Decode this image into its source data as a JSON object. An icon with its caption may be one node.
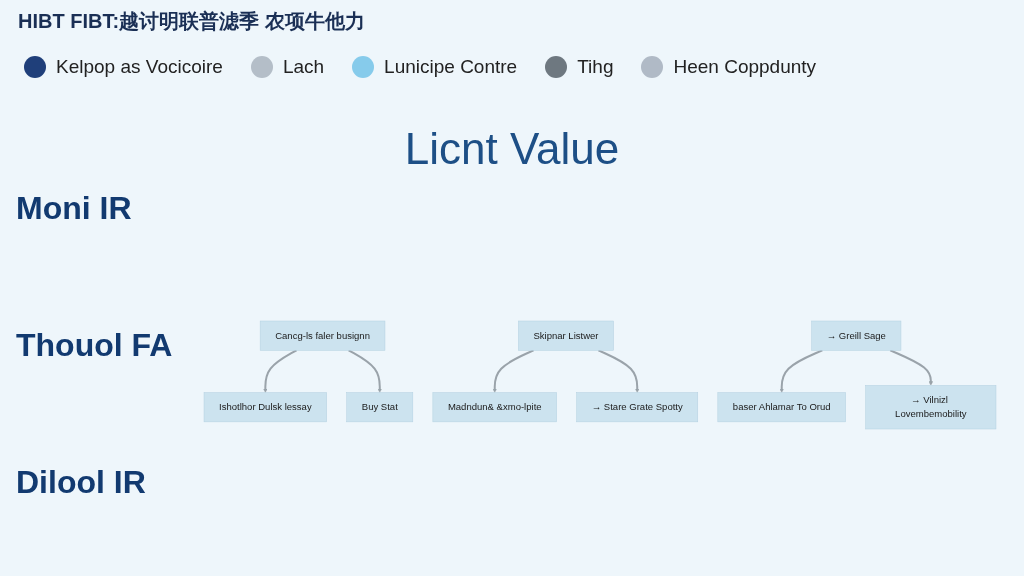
{
  "diagram": {
    "title": "HIBT FIBT:越讨明联普滤季 农项牛他力",
    "nodes": [
      {
        "text": [
          "Ishotlhor Dulsk lessay"
        ]
      },
      {
        "text": [
          "Madndun& &xmo-lpite"
        ]
      },
      {
        "text": [
          "baser Ahlamar To Orud"
        ]
      },
      {
        "text": [
          "Cancg-ls faler busignn"
        ]
      },
      {
        "text": [
          "Skipnar Listwer"
        ]
      },
      {
        "text": [
          "→ Greill Sage"
        ]
      },
      {
        "text": [
          "Buy Stat"
        ]
      },
      {
        "text": [
          "→ Stare Grate Spotty"
        ]
      },
      {
        "text": [
          "→ Vilnizl Lovembemobility"
        ]
      }
    ],
    "edges": [
      {
        "from": 3,
        "to": 0,
        "arrow": "to"
      },
      {
        "from": 4,
        "to": 1,
        "arrow": "to"
      },
      {
        "from": 5,
        "to": 2,
        "arrow": "to"
      },
      {
        "from": 3,
        "to": 6,
        "arrow": "to"
      },
      {
        "from": 4,
        "to": 7,
        "arrow": "to"
      },
      {
        "from": 5,
        "to": 8,
        "arrow": "to"
      }
    ],
    "labels": [
      "Licnt Value",
      "Moni IR",
      "Thouol FA",
      "Dilool IR"
    ],
    "legend": [
      {
        "text": "Kelpop as Vocicoire",
        "color": "#1f3f7a"
      },
      {
        "text": "Lach",
        "color": "#b4bec8"
      },
      {
        "text": "Lunicipe Contre",
        "color": "#86cbeb"
      },
      {
        "text": "Tihg",
        "color": "#6e7880"
      },
      {
        "text": "Heen Coppdunty",
        "color": "#b0bac6"
      }
    ]
  }
}
